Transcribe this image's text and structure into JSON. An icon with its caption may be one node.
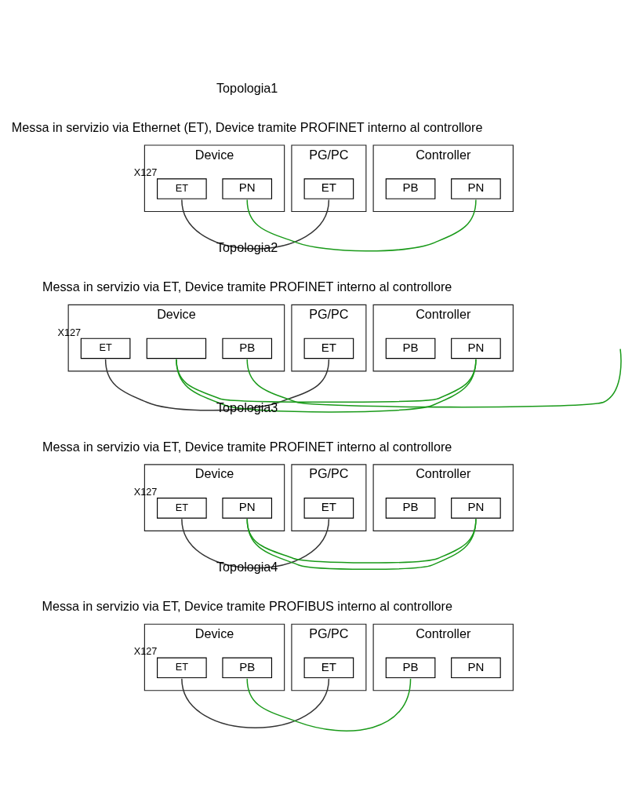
{
  "diagram": {
    "nodes": [
      {
        "text": [
          "PG/PC"
        ]
      },
      {
        "text": [
          "ET"
        ],
        "in": 0
      },
      {
        "text": [
          "Device"
        ]
      },
      {
        "text": [
          "ET"
        ],
        "in": 2,
        "beside": [
          "X127"
        ]
      },
      {
        "text": [
          "PN"
        ],
        "in": 2
      },
      {
        "text": [
          "Controller"
        ]
      },
      {
        "text": [
          "PB"
        ],
        "in": 5
      },
      {
        "text": [
          "PN"
        ],
        "in": 5
      },
      {
        "text": [
          "PG/PC"
        ]
      },
      {
        "text": [
          "ET"
        ],
        "in": 8
      },
      {
        "text": [
          "Device"
        ]
      },
      {
        "text": [
          "ET"
        ],
        "in": 10,
        "beside": [
          "X127"
        ]
      },
      {
        "text": [],
        "shape": "box",
        "in": 10
      },
      {
        "text": [
          "PB"
        ],
        "in": 10
      },
      {
        "text": [
          "Controller"
        ]
      },
      {
        "text": [
          "PB"
        ],
        "in": 14
      },
      {
        "text": [
          "PN"
        ],
        "in": 14
      },
      {
        "text": [
          "PG/PC"
        ]
      },
      {
        "text": [
          "ET"
        ],
        "in": 17
      },
      {
        "text": [
          "Device"
        ]
      },
      {
        "text": [
          "ET"
        ],
        "in": 19,
        "beside": [
          "X127"
        ]
      },
      {
        "text": [
          "PN"
        ],
        "in": 19
      },
      {
        "text": [
          "Controller"
        ]
      },
      {
        "text": [
          "PB"
        ],
        "in": 22
      },
      {
        "text": [
          "PN"
        ],
        "in": 22
      },
      {
        "text": [
          "PG/PC"
        ]
      },
      {
        "text": [
          "ET"
        ],
        "in": 25
      },
      {
        "text": [
          "Device"
        ]
      },
      {
        "text": [
          "ET"
        ],
        "in": 27,
        "beside": [
          "X127"
        ]
      },
      {
        "text": [
          "PB"
        ],
        "in": 27
      },
      {
        "text": [
          "Controller"
        ]
      },
      {
        "text": [
          "PB"
        ],
        "in": 30
      },
      {
        "text": [
          "PN"
        ],
        "in": 30
      }
    ],
    "edges": [
      {
        "from": 1,
        "to": 3,
        "arrow": "none",
        "color": "#333333"
      },
      {
        "from": 4,
        "to": 7,
        "arrow": "none",
        "color": "#1a9a1a"
      },
      {
        "from": 9,
        "to": 11,
        "arrow": "none",
        "color": "#333333"
      },
      {
        "from": 12,
        "to": 16,
        "arrow": "none",
        "color": "#1a9a1a"
      },
      {
        "from": 13,
        "to": null,
        "arrow": "none",
        "color": "#1a9a1a"
      },
      {
        "from": 18,
        "to": 20,
        "arrow": "none",
        "color": "#333333"
      },
      {
        "from": 21,
        "to": 24,
        "arrow": "none",
        "color": "#1a9a1a"
      },
      {
        "from": 26,
        "to": 28,
        "arrow": "none",
        "color": "#333333"
      },
      {
        "from": 29,
        "to": 31,
        "arrow": "none",
        "color": "#1a9a1a"
      }
    ],
    "labels": [
      "Topologia1",
      "Messa in servizio via Ethernet (ET), Device tramite PROFINET interno al controllore",
      "Topologia2",
      "Messa in servizio via ET, Device tramite PROFINET interno al controllore",
      "Topologia3",
      "Messa in servizio via ET, Device tramite PROFINET interno al controllore",
      "Topologia4",
      "Messa in servizio via ET, Device tramite PROFIBUS interno al controllore"
    ]
  }
}
